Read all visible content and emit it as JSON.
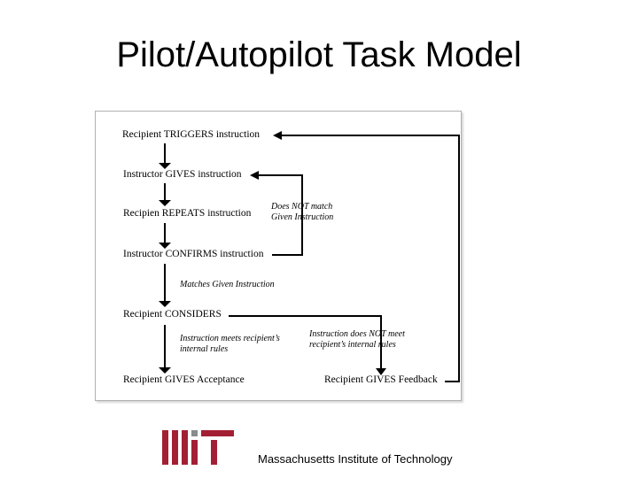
{
  "slide": {
    "title": "Pilot/Autopilot Task Model",
    "footer_text": "Massachusetts Institute of Technology",
    "logo_text": "MIT"
  },
  "diagram": {
    "steps": {
      "triggers": "Recipient TRIGGERS instruction",
      "gives_instruction": "Instructor GIVES instruction",
      "repeats": "Recipien REPEATS instruction",
      "confirms": "Instructor CONFIRMS instruction",
      "considers": "Recipient CONSIDERS",
      "acceptance": "Recipient GIVES Acceptance",
      "feedback": "Recipient GIVES Feedback"
    },
    "conditions": {
      "no_match_line1": "Does NOT match",
      "no_match_line2": "Given Instruction",
      "matches": "Matches Given Instruction",
      "meets_line1": "Instruction meets recipient’s",
      "meets_line2": "internal rules",
      "not_meet_line1": "Instruction does NOT meet",
      "not_meet_line2": "recipient’s internal rules"
    }
  },
  "colors": {
    "arrow": "#000000",
    "logo_red": "#a31f34",
    "logo_gray": "#8a8b8c",
    "frame_border": "#b0b0b0"
  }
}
